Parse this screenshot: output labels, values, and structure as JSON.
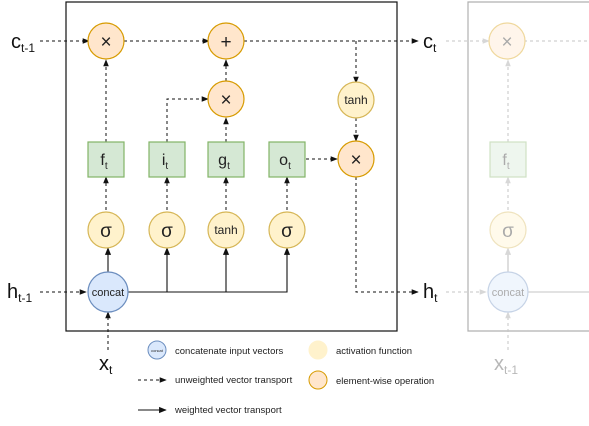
{
  "cell_inputs": {
    "c_prev": {
      "main": "c",
      "sub": "t-1"
    },
    "h_prev": {
      "main": "h",
      "sub": "t-1"
    },
    "x_in": {
      "main": "x",
      "sub": "t"
    }
  },
  "cell_outputs": {
    "c_out": {
      "main": "c",
      "sub": "t"
    },
    "h_out": {
      "main": "h",
      "sub": "t"
    }
  },
  "operators": {
    "times": "×",
    "plus": "+",
    "sigma": "σ",
    "tanh": "tanh",
    "concat": "concat"
  },
  "gates": {
    "forget": {
      "main": "f",
      "sub": "t"
    },
    "input": {
      "main": "i",
      "sub": "t"
    },
    "candidate": {
      "main": "g",
      "sub": "t"
    },
    "output": {
      "main": "o",
      "sub": "t"
    }
  },
  "next_cell": {
    "gate": {
      "main": "f",
      "sub": "t"
    },
    "x_in": {
      "main": "x",
      "sub": "t-1"
    }
  },
  "legend": {
    "concat_icon": "concat",
    "concat_desc": "concatenate input vectors",
    "activation_desc": "activation function",
    "unweighted_desc": "unweighted vector transport",
    "elementwise_desc": "element-wise operation",
    "weighted_desc": "weighted vector transport"
  },
  "colors": {
    "gate_fill": "#d5e8d4",
    "gate_stroke": "#82b366",
    "activation_fill": "#fff2cc",
    "activation_stroke": "#d6b656",
    "op_fill": "#ffe6cc",
    "op_stroke": "#d79b00",
    "concat_fill": "#dae8fc",
    "concat_stroke": "#6c8ebf"
  }
}
